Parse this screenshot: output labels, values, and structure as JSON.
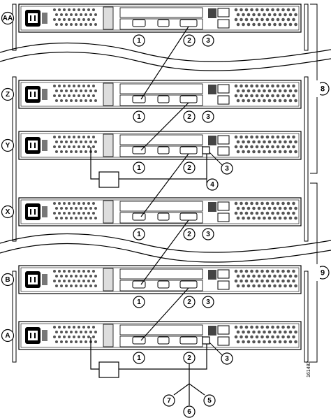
{
  "units": [
    {
      "id": "AA",
      "label": "AA",
      "callouts": [
        "1",
        "2",
        "3"
      ],
      "rack_port_callout": false,
      "cable_callout": false
    },
    {
      "id": "Z",
      "label": "Z",
      "callouts": [
        "1",
        "2",
        "3"
      ],
      "rack_port_callout": false,
      "cable_callout": false
    },
    {
      "id": "Y",
      "label": "Y",
      "callouts": [
        "1",
        "2"
      ],
      "rack_port_callout": true,
      "cable_callout": true
    },
    {
      "id": "X",
      "label": "X",
      "callouts": [
        "1",
        "2",
        "3"
      ],
      "rack_port_callout": false,
      "cable_callout": false
    },
    {
      "id": "B",
      "label": "B",
      "callouts": [
        "1",
        "2",
        "3"
      ],
      "rack_port_callout": false,
      "cable_callout": false
    },
    {
      "id": "A",
      "label": "A",
      "callouts": [
        "1",
        "2"
      ],
      "rack_port_callout": true,
      "cable_callout": false
    }
  ],
  "callout_labels": {
    "one": "1",
    "two": "2",
    "three": "3",
    "four": "4",
    "five": "5",
    "six": "6",
    "seven": "7",
    "eight": "8",
    "nine": "9"
  },
  "groups": [
    {
      "id": "group-8",
      "label": "8",
      "units": [
        "AA",
        "Z",
        "Y"
      ]
    },
    {
      "id": "group-9",
      "label": "9",
      "units": [
        "X",
        "B",
        "A"
      ]
    }
  ],
  "splitter_labels": [
    "7",
    "6",
    "5"
  ],
  "figure_id": "161482"
}
